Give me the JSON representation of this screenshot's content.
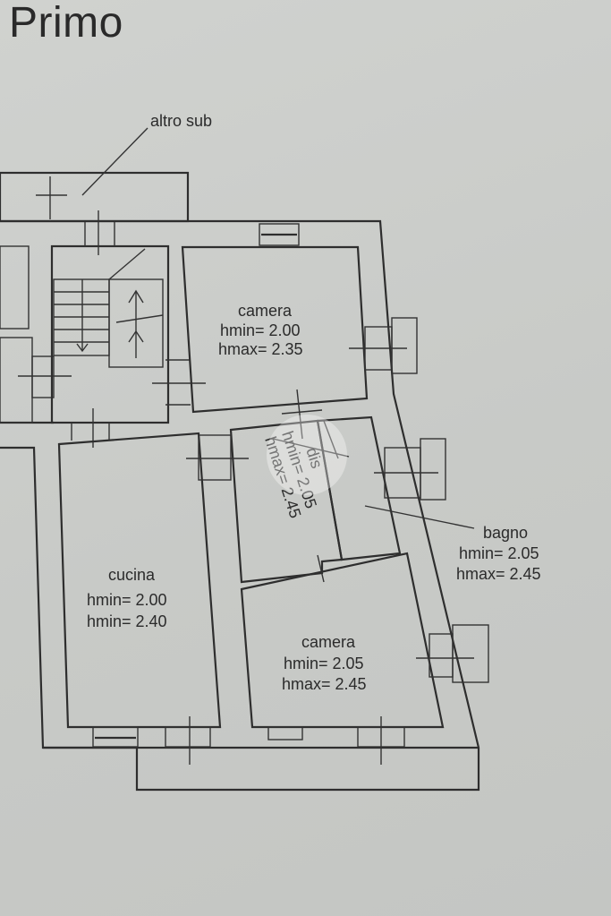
{
  "title": "Primo",
  "labels": {
    "altro_sub": "altro sub",
    "camera_top": {
      "name": "camera",
      "hmin": "hmin= 2.00",
      "hmax": "hmax= 2.35"
    },
    "dis": {
      "name": "dis",
      "hmin": "hmin= 2.05",
      "hmax": "hmax= 2.45"
    },
    "bagno": {
      "name": "bagno",
      "hmin": "hmin= 2.05",
      "hmax": "hmax= 2.45"
    },
    "cucina": {
      "name": "cucina",
      "hmin": "hmin= 2.00",
      "hmin2": "hmin= 2.40"
    },
    "camera_bottom": {
      "name": "camera",
      "hmin": "hmin= 2.05",
      "hmax": "hmax= 2.45"
    }
  }
}
